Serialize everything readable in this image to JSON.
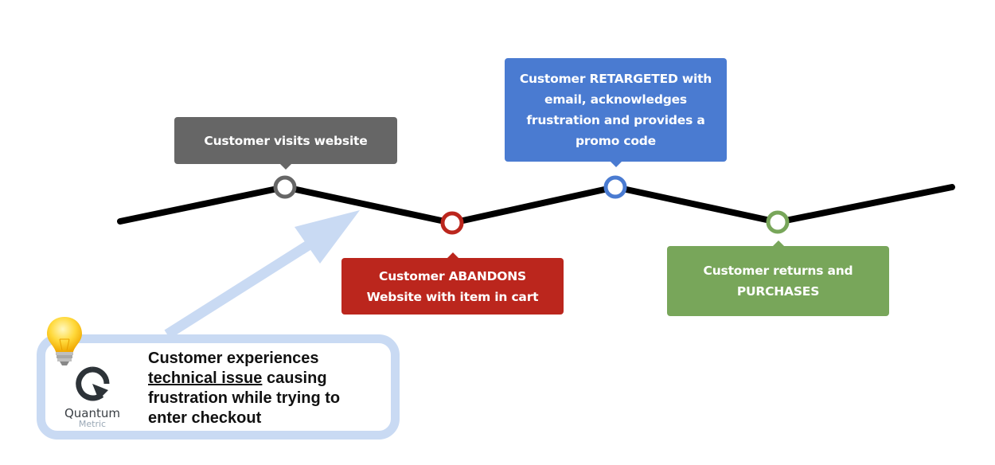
{
  "journey": {
    "steps": [
      {
        "id": "visits",
        "label": "Customer visits website",
        "color": "#666666",
        "position": "above"
      },
      {
        "id": "abandon",
        "label": "Customer ABANDONS Website with item in cart",
        "color": "#bb261d",
        "position": "below"
      },
      {
        "id": "retarget",
        "label": "Customer RETARGETED with email, acknowledges frustration and provides a promo code",
        "color": "#4a7bd1",
        "position": "above"
      },
      {
        "id": "purchase",
        "label": "Customer returns and PURCHASES",
        "color": "#78a65a",
        "position": "below"
      }
    ],
    "line_color": "#000000"
  },
  "callouts": {
    "visits": [
      "Customer visits website"
    ],
    "retarget": [
      "Customer RETARGETED with",
      "email, acknowledges",
      "frustration and provides a",
      "promo code"
    ],
    "abandon": [
      "Customer ABANDONS",
      "Website with item in cart"
    ],
    "purchase": [
      "Customer returns and",
      "PURCHASES"
    ]
  },
  "insight": {
    "line1": "Customer experiences",
    "underlined": "technical issue",
    "line2_rest": " causing",
    "line3": "frustration while trying to",
    "line4": "enter checkout",
    "border_color": "#c9daf3",
    "icon": "lightbulb-icon"
  },
  "logo": {
    "word1": "Quantum",
    "word2": "Metric"
  }
}
